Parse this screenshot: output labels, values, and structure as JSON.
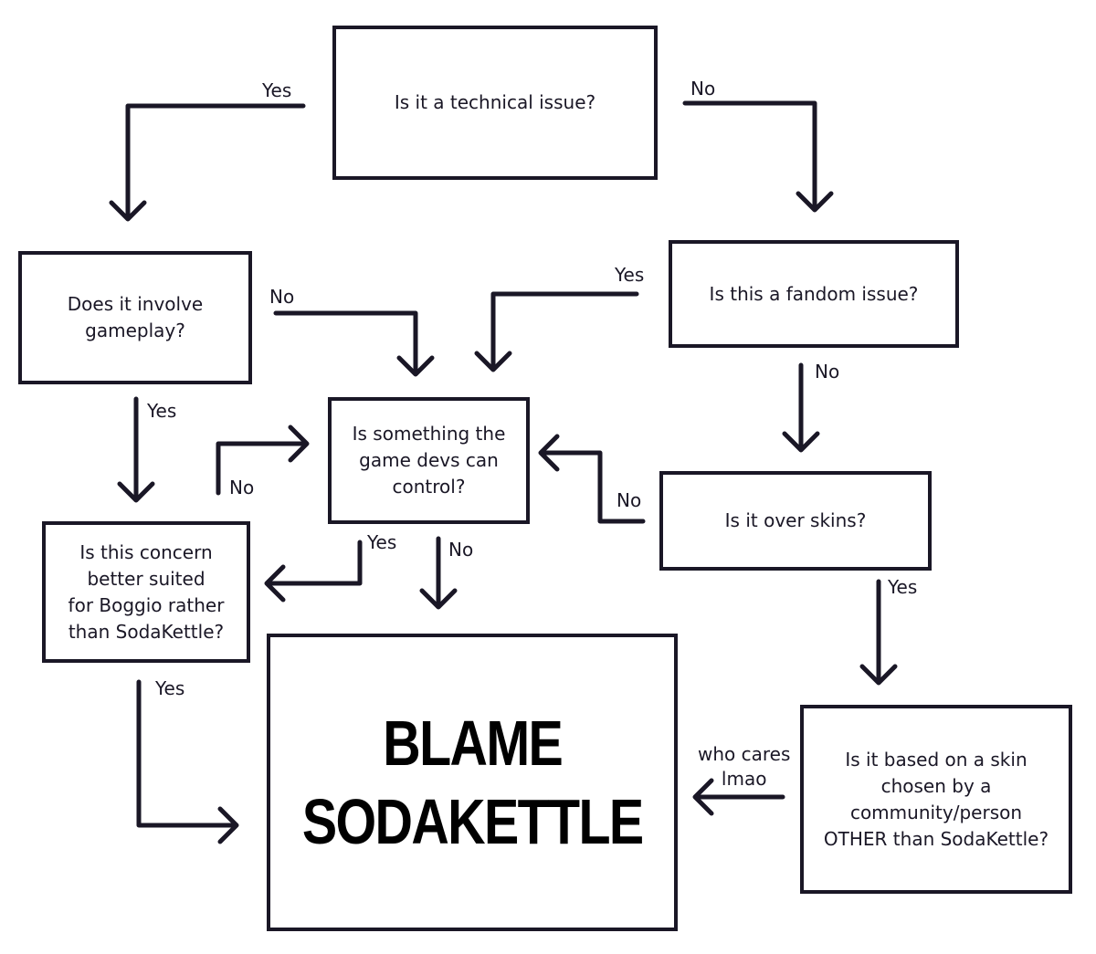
{
  "colors": {
    "stroke": "#1a1726",
    "background": "#ffffff",
    "text": "#1a1726"
  },
  "nodes": {
    "technical": "Is it a technical issue?",
    "gameplay": "Does it involve\ngameplay?",
    "fandom": "Is this a fandom issue?",
    "devs_control": "Is something the\ngame devs can\ncontrol?",
    "boggio": "Is this concern\nbetter suited\nfor Boggio rather\nthan SodaKettle?",
    "skins": "Is it over skins?",
    "blame": "BLAME\nSODAKETTLE",
    "community_skin": "Is it based on a skin\nchosen by a\ncommunity/person\nOTHER than SodaKettle?"
  },
  "edge_labels": {
    "technical_yes": "Yes",
    "technical_no": "No",
    "gameplay_no": "No",
    "fandom_yes": "Yes",
    "fandom_no": "No",
    "gameplay_yes": "Yes",
    "boggio_no": "No",
    "skins_no": "No",
    "devs_yes": "Yes",
    "devs_no": "No",
    "skins_yes": "Yes",
    "boggio_yes": "Yes",
    "who_cares": "who cares\nlmao"
  }
}
